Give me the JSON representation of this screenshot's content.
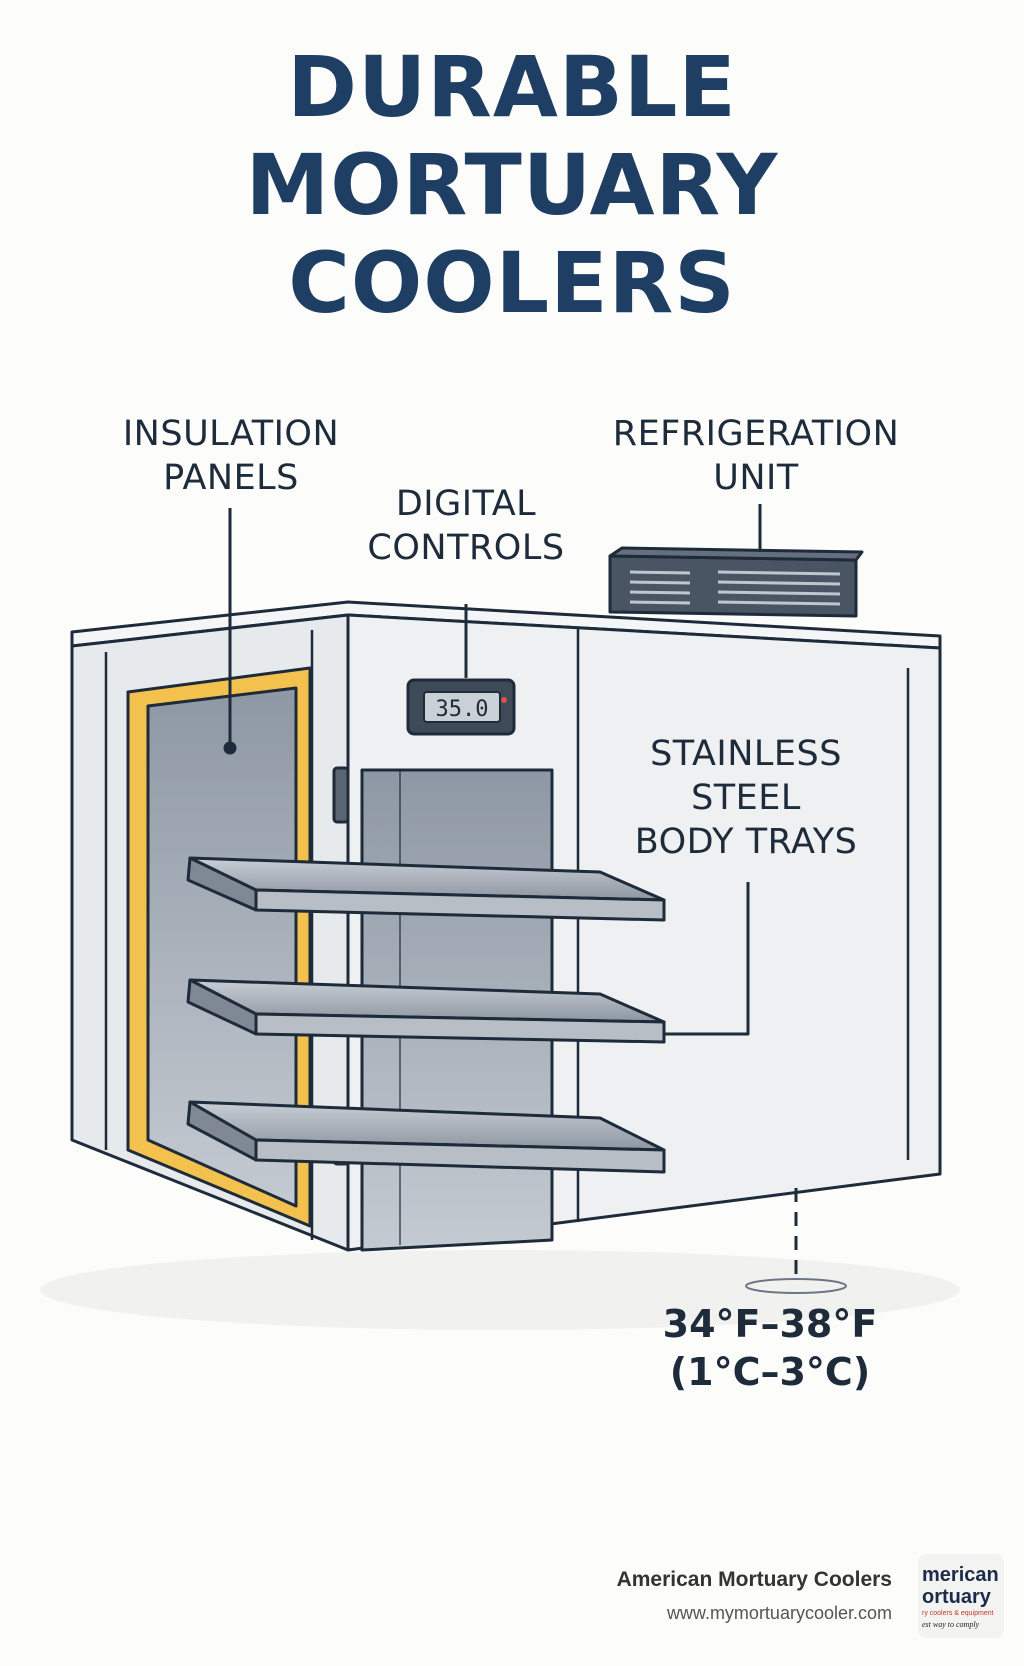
{
  "title": {
    "line1": "DURABLE",
    "line2": "MORTUARY",
    "line3": "COOLERS"
  },
  "callouts": {
    "insulation": {
      "line1": "INSULATION",
      "line2": "PANELS"
    },
    "digital": {
      "line1": "DIGITAL",
      "line2": "CONTROLS"
    },
    "refrigeration": {
      "line1": "REFRIGERATION",
      "line2": "UNIT"
    },
    "trays": {
      "line1": "STAINLESS",
      "line2": "STEEL",
      "line3": "BODY TRAYS"
    }
  },
  "display_reading": "35.0",
  "temperature": {
    "fahrenheit": "34°F–38°F",
    "celsius": "(1°C–3°C)"
  },
  "footer": {
    "company": "American Mortuary Coolers",
    "url": "www.mymortuarycooler.com",
    "logo_line1": "merican",
    "logo_line2": "ortuary",
    "logo_line3": "ry coolers & equipment",
    "logo_line4": "est way to comply"
  },
  "colors": {
    "title": "#1e3f63",
    "insulation": "#f2c14e",
    "body": "#eef0f1",
    "outline": "#1d2b3a",
    "tray": "#9aa3ae"
  },
  "icons": {
    "display": "digital-display-icon",
    "refrigeration": "refrigeration-unit-icon"
  }
}
